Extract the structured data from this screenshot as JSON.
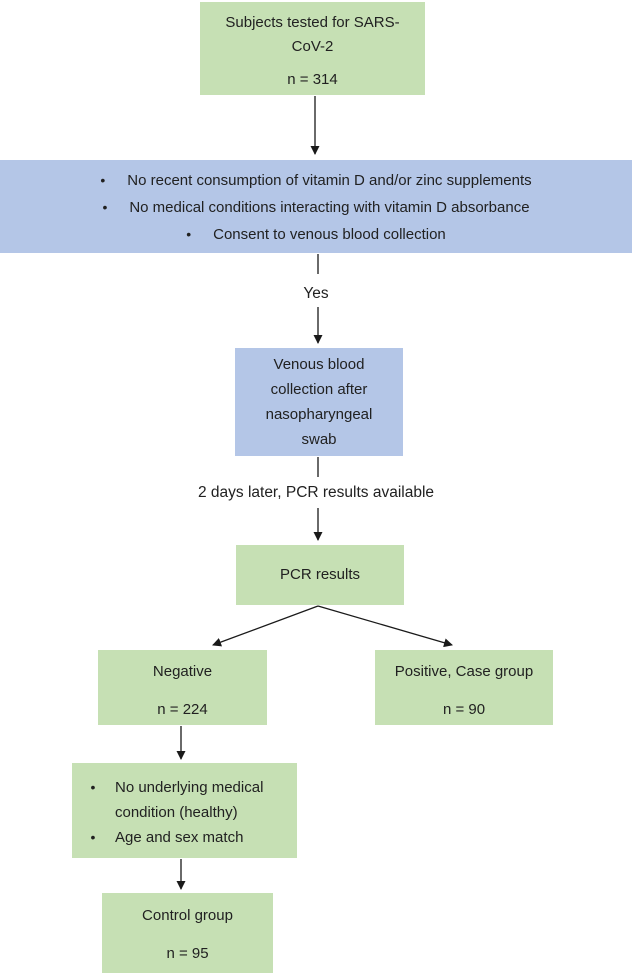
{
  "glyphs": {
    "bullet": "•"
  },
  "colors": {
    "box_green": "#c6e0b4",
    "box_blue": "#b4c6e7",
    "text": "#212121",
    "arrow": "#1a1a1a",
    "background": "#ffffff"
  },
  "flow": {
    "subjects": {
      "title": "Subjects tested for SARS-CoV-2",
      "count": "n = 314"
    },
    "eligibility": {
      "bullets": [
        "No recent consumption of vitamin D and/or zinc supplements",
        "No medical conditions interacting with vitamin D absorbance",
        "Consent to venous blood collection"
      ]
    },
    "yes_label": "Yes",
    "venous": "Venous blood collection after nasopharyngeal swab",
    "pcr_note": "2 days later, PCR results available",
    "pcr": "PCR results",
    "negative": {
      "title": "Negative",
      "count": "n = 224"
    },
    "positive": {
      "title": "Positive, Case group",
      "count": "n = 90"
    },
    "matching": {
      "bullets": [
        "No underlying medical condition (healthy)",
        "Age and sex match"
      ]
    },
    "control": {
      "title": "Control group",
      "count": "n = 95"
    }
  }
}
